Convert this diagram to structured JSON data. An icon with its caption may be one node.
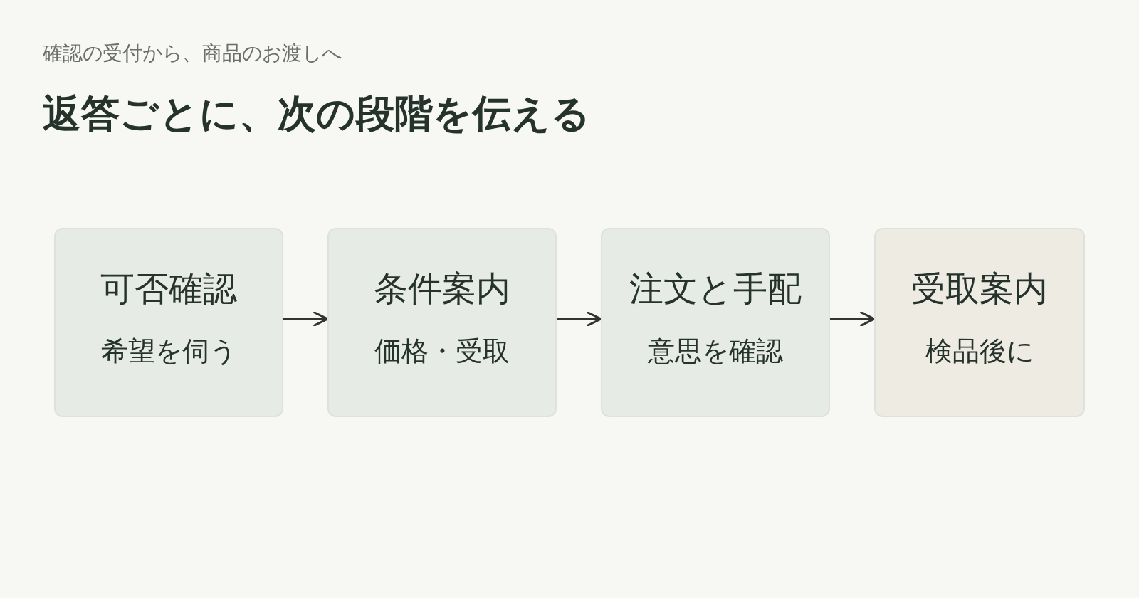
{
  "diagram": {
    "title": "返答ごとに、次の段階を伝える",
    "labels": [
      "確認の受付から、商品のお渡しへ"
    ],
    "nodes": [
      {
        "text": [
          "可否確認",
          "希望を伺う"
        ]
      },
      {
        "text": [
          "条件案内",
          "価格・受取"
        ]
      },
      {
        "text": [
          "注文と手配",
          "意思を確認"
        ]
      },
      {
        "text": [
          "受取案内",
          "検品後に"
        ]
      }
    ],
    "edges": [
      {
        "from": 0,
        "to": 1,
        "arrow": "to"
      },
      {
        "from": 1,
        "to": 2,
        "arrow": "to"
      },
      {
        "from": 2,
        "to": 3,
        "arrow": "to"
      }
    ]
  }
}
